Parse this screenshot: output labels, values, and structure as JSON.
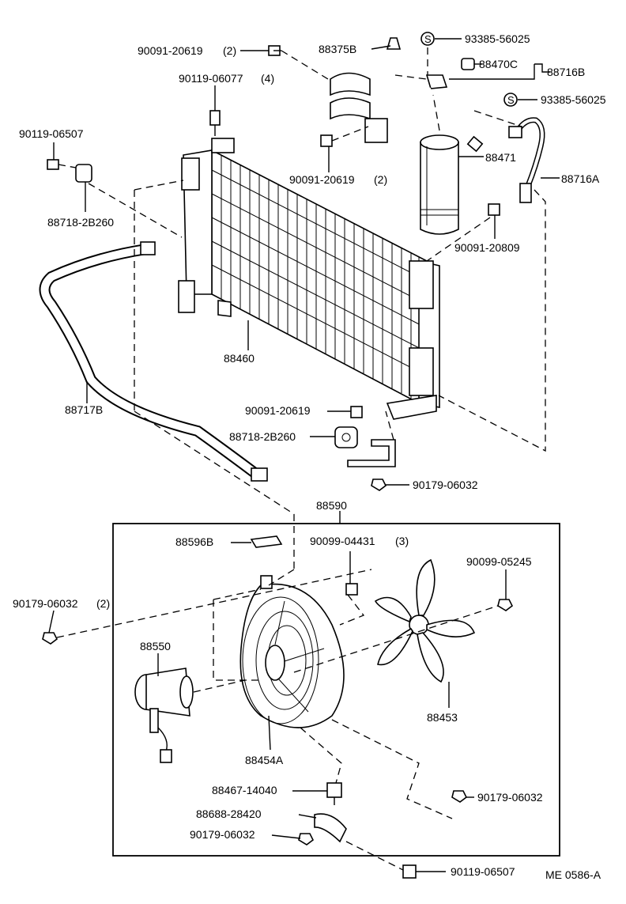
{
  "diagram": {
    "id_code": "ME 0586-A",
    "labels": {
      "bolt_upper": "90091-20619",
      "bolt_upper_qty": "(2)",
      "bracket_top": "88375B",
      "s_mark_1": "S",
      "oring_1": "93385-56025",
      "bolt_top": "90119-06077",
      "bolt_top_qty": "(4)",
      "fitting": "88470C",
      "pipe_b": "88716B",
      "s_mark_2": "S",
      "oring_2": "93385-56025",
      "bolt_left": "90119-06507",
      "bolt_mid": "90091-20619",
      "bolt_mid_qty": "(2)",
      "receiver": "88471",
      "pipe_a": "88716A",
      "cushion_left": "88718-2B260",
      "bolt_right": "90091-20809",
      "condenser": "88460",
      "hose": "88717B",
      "bolt_lower": "90091-20619",
      "cushion_lower": "88718-2B260",
      "nut_lower": "90179-06032",
      "fan_assy": "88590",
      "label_plate": "88596B",
      "screw": "90099-04431",
      "screw_qty": "(3)",
      "nut_fan": "90099-05245",
      "nut_left": "90179-06032",
      "nut_left_qty": "(2)",
      "motor": "88550",
      "fan": "88453",
      "shroud": "88454A",
      "switch": "88467-14040",
      "clamp": "88688-28420",
      "nut_bottom": "90179-06032",
      "nut_bottom_right": "90179-06032",
      "bolt_bottom": "90119-06507"
    }
  }
}
